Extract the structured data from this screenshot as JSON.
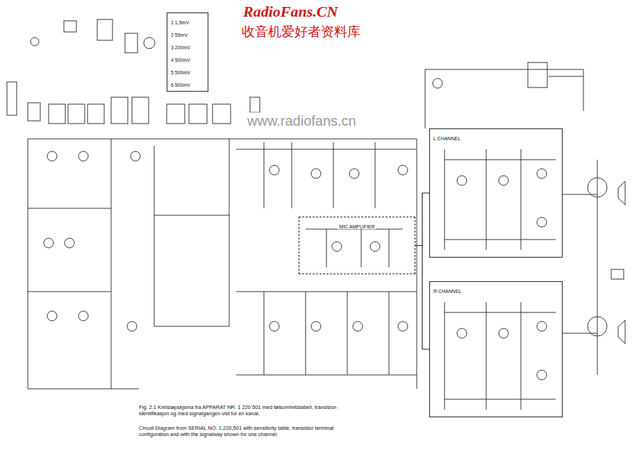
{
  "diagram": {
    "caption": "Fig. 2.1 Kretsløpskjema fra APPARAT NR. 1 220 501 med følsomhetstabell, transistor-identifikasjon og med signalgangen vist for en kanal.",
    "nodes": [
      {
        "text": [
          "MIC AMPLIFIER"
        ]
      },
      {
        "text": [
          "L CHANNEL"
        ]
      },
      {
        "text": [
          "R CHANNEL"
        ]
      },
      {
        "text": [
          "1 1,5mV",
          "2 55mV",
          "3 200mV",
          "4 500mV",
          "5 500mV",
          "6 500mV"
        ]
      }
    ],
    "edges": [
      {
        "from": 0,
        "to": 1,
        "arrow": "none"
      },
      {
        "from": 0,
        "to": 2,
        "arrow": "none"
      }
    ],
    "labels": [
      "RadioFans.CN",
      "收音机爱好者资料库",
      "www.radiofans.cn",
      "Circuit Diagram from SERIAL NO. 1,220,501 with sensitivity table, transistor terminal configuration and with the signalway shown for one channel."
    ]
  }
}
